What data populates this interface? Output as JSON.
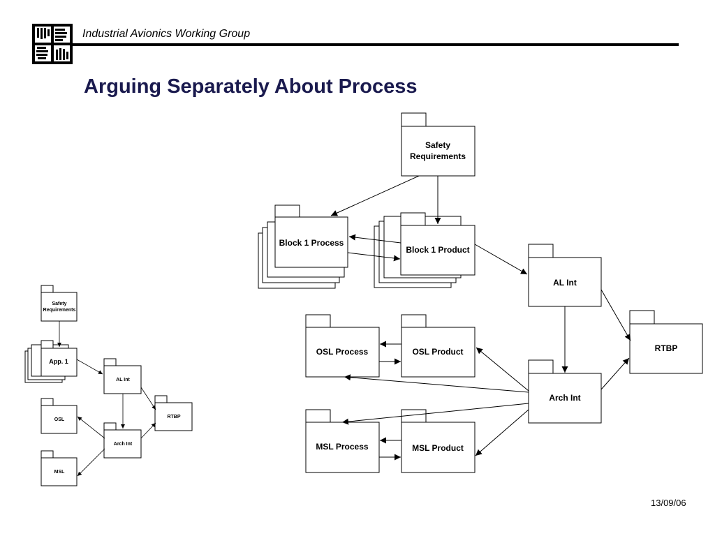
{
  "header": {
    "org_name": "Industrial Avionics Working Group",
    "logo_icon": "hands-logo-icon"
  },
  "slide_title": "Arguing Separately About Process",
  "footer": {
    "date": "13/09/06"
  },
  "main_diagram": {
    "nodes": {
      "safety": [
        "Safety",
        "Requirements"
      ],
      "block1_process": [
        "Block 1 Process"
      ],
      "block1_product": [
        "Block 1 Product"
      ],
      "al_int": [
        "AL Int"
      ],
      "rtbp": [
        "RTBP"
      ],
      "osl_process": [
        "OSL Process"
      ],
      "osl_product": [
        "OSL Product"
      ],
      "arch_int": [
        "Arch Int"
      ],
      "msl_process": [
        "MSL Process"
      ],
      "msl_product": [
        "MSL Product"
      ]
    }
  },
  "overview_diagram": {
    "nodes": {
      "safety": [
        "Safety",
        "Requirements"
      ],
      "app1": [
        "App. 1"
      ],
      "al_int": [
        "AL Int"
      ],
      "rtbp": [
        "RTBP"
      ],
      "osl": [
        "OSL"
      ],
      "arch_int": [
        "Arch Int"
      ],
      "msl": [
        "MSL"
      ]
    }
  }
}
